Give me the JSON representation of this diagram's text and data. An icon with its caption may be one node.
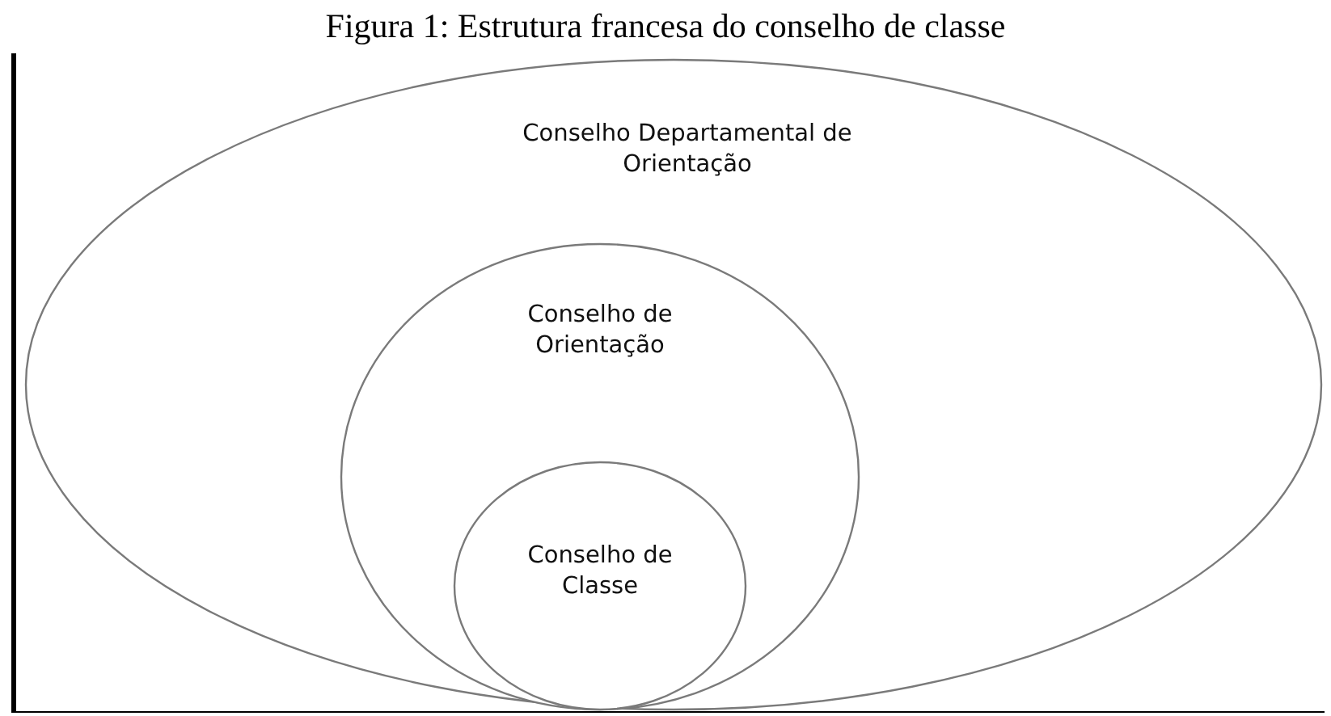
{
  "diagram": {
    "title": "Figura 1: Estrutura francesa do conselho de classe",
    "nodes": [
      {
        "text": [
          "Conselho Departamental de Orientação"
        ]
      },
      {
        "text": [
          "Conselho de Orientação"
        ],
        "in": 0
      },
      {
        "text": [
          "Conselho de Classe"
        ],
        "in": 1
      }
    ]
  }
}
